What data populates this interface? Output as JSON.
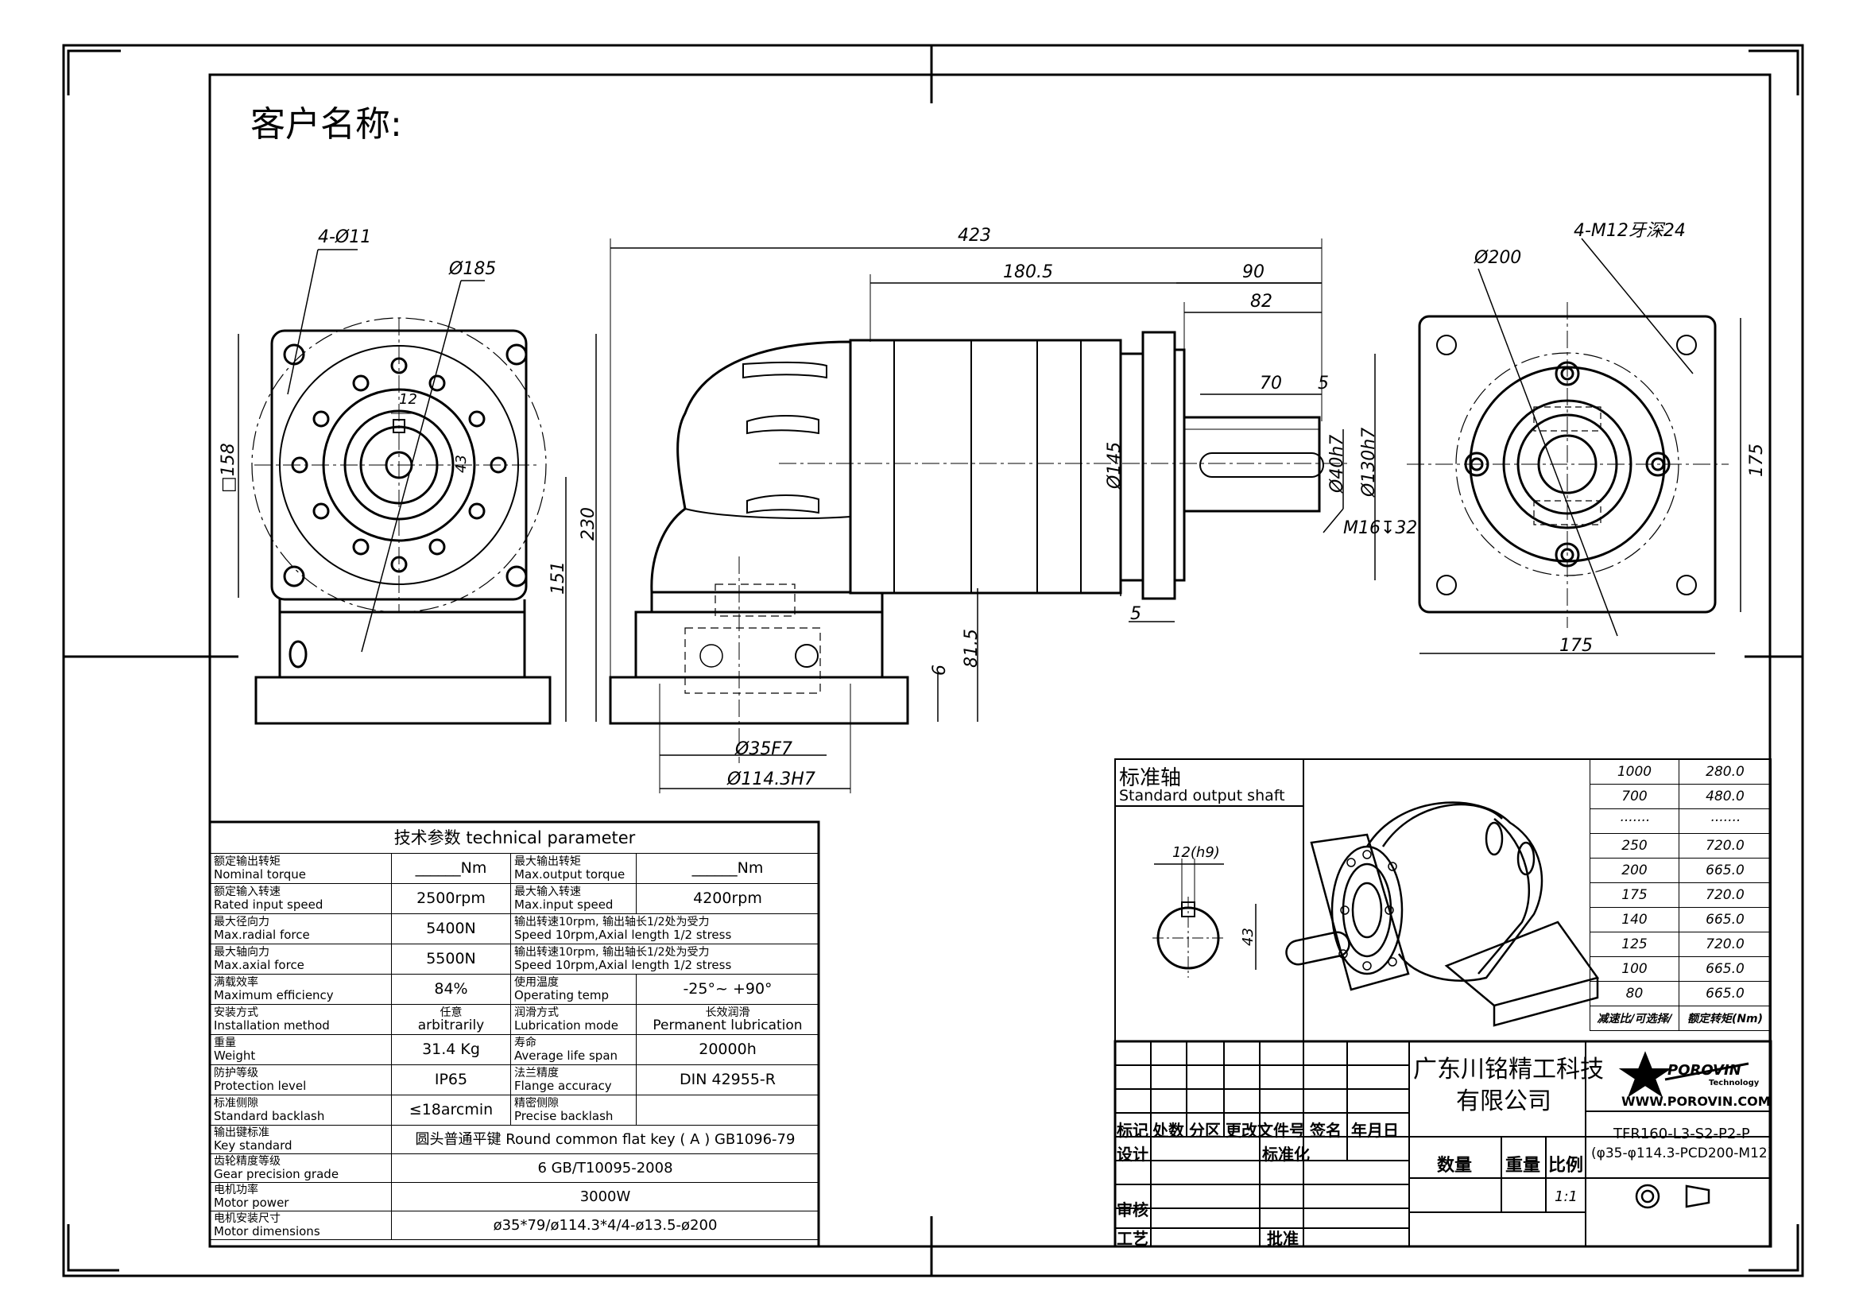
{
  "header": {
    "customer_label": "客户名称:"
  },
  "front_view": {
    "holes": "4-Ø11",
    "pcd": "Ø185",
    "key_width": "12",
    "key_height": "43",
    "square": "□158",
    "height_total": "230",
    "height_center": "151"
  },
  "side_view": {
    "overall_length": "423",
    "body_length": "180.5",
    "shaft_section": "90",
    "shaft_reach": "82",
    "key_length": "70",
    "key_offset": "5",
    "flange_dia": "Ø145",
    "shaft_dia": "Ø40h7",
    "spigot_dia": "Ø130h7",
    "tap_thread": "M16↧32",
    "flange_thickness": "5",
    "offset_height": "81.5",
    "base_step": "6",
    "input_bore": "Ø35F7",
    "input_pcd": "Ø114.3H7"
  },
  "end_view": {
    "pcd": "Ø200",
    "tapped_holes": "4-M12牙深24",
    "width": "175",
    "height": "175"
  },
  "standard_shaft": {
    "title_cn": "标准轴",
    "title_en": "Standard output shaft",
    "key_width": "12(h9)",
    "key_height": "43"
  },
  "ratio_table": {
    "rows": [
      [
        "1000",
        "280.0"
      ],
      [
        "700",
        "480.0"
      ],
      [
        "·······",
        "·······"
      ],
      [
        "250",
        "720.0"
      ],
      [
        "200",
        "665.0"
      ],
      [
        "175",
        "720.0"
      ],
      [
        "140",
        "665.0"
      ],
      [
        "125",
        "720.0"
      ],
      [
        "100",
        "665.0"
      ],
      [
        "80",
        "665.0"
      ]
    ],
    "header": [
      "减速比/可选择/",
      "额定转矩(Nm)"
    ]
  },
  "technical_parameter": {
    "title": "技术参数  technical parameter",
    "rows": [
      {
        "l_cn": "额定输出转矩",
        "l_en": "Nominal torque",
        "l_val": "______Nm",
        "r_cn": "最大输出转矩",
        "r_en": "Max.output torque",
        "r_val": "______Nm"
      },
      {
        "l_cn": "额定输入转速",
        "l_en": "Rated input speed",
        "l_val": "2500rpm",
        "r_cn": "最大输入转速",
        "r_en": "Max.input speed",
        "r_val": "4200rpm"
      },
      {
        "l_cn": "最大径向力",
        "l_en": "Max.radial force",
        "l_val": "5400N",
        "r_cn": "输出转速10rpm, 输出轴长1/2处为受力",
        "r_en": "Speed 10rpm,Axial length 1/2 stress",
        "r_val": ""
      },
      {
        "l_cn": "最大轴向力",
        "l_en": "Max.axial force",
        "l_val": "5500N",
        "r_cn": "输出转速10rpm, 输出轴长1/2处为受力",
        "r_en": "Speed 10rpm,Axial length 1/2 stress",
        "r_val": ""
      },
      {
        "l_cn": "满载效率",
        "l_en": "Maximum efficiency",
        "l_val": "84%",
        "r_cn": "使用温度",
        "r_en": "Operating temp",
        "r_val": "-25°~ +90°"
      },
      {
        "l_cn": "安装方式",
        "l_en": "Installation method",
        "l_val": "arbitrarily",
        "l_val_cn": "任意",
        "r_cn": "润滑方式",
        "r_en": "Lubrication mode",
        "r_val": "Permanent lubrication",
        "r_val_cn": "长效润滑"
      },
      {
        "l_cn": "重量",
        "l_en": "Weight",
        "l_val": "31.4 Kg",
        "r_cn": "寿命",
        "r_en": "Average life span",
        "r_val": "20000h"
      },
      {
        "l_cn": "防护等级",
        "l_en": "Protection level",
        "l_val": "IP65",
        "r_cn": "法兰精度",
        "r_en": "Flange accuracy",
        "r_val": "DIN 42955-R"
      },
      {
        "l_cn": "标准侧隙",
        "l_en": "Standard backlash",
        "l_val": "≤18arcmin",
        "r_cn": "精密侧隙",
        "r_en": "Precise backlash",
        "r_val": ""
      }
    ],
    "key_standard": {
      "cn": "输出键标准",
      "en": "Key standard",
      "val": "圆头普通平键 Round common flat key ( A ) GB1096-79"
    },
    "gear_precision": {
      "cn": "齿轮精度等级",
      "en": "Gear precision grade",
      "val": "6 GB/T10095-2008"
    },
    "motor_power": {
      "cn": "电机功率",
      "en": "Motor power",
      "val": "3000W"
    },
    "motor_dims": {
      "cn": "电机安装尺寸",
      "en": "Motor  dimensions",
      "val": "ø35*79/ø114.3*4/4-ø13.5-ø200"
    }
  },
  "title_block": {
    "company_line1": "广东川铭精工科技",
    "company_line2": "有限公司",
    "logo_text": "POROVIN",
    "logo_sub": "Technology",
    "website": "WWW.POROVIN.COM",
    "model_line1": "TFR160-L3-S2-P2-P",
    "model_line2": "(φ35-φ114.3-PCD200-M12)",
    "rev_headers": [
      "标记",
      "处数",
      "分区",
      "更改文件号",
      "签名",
      "年月日"
    ],
    "design": "设计",
    "standardize": "标准化",
    "check": "审核",
    "process": "工艺",
    "approve": "批准",
    "quantity": "数量",
    "weight": "重量",
    "scale": "比例",
    "scale_value": "1:1"
  }
}
